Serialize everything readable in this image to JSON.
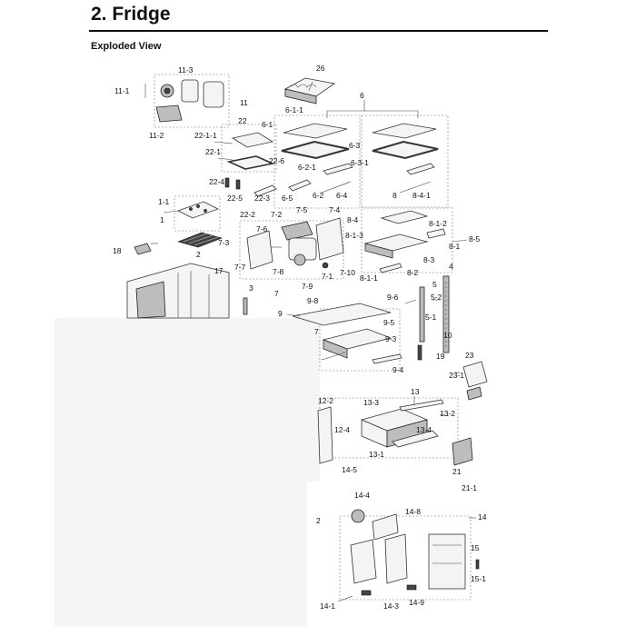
{
  "header": {
    "title": "2.  Fridge",
    "subtitle": "Exploded View"
  },
  "labels": {
    "l26": "26",
    "l11_3": "11-3",
    "l11_1": "11-1",
    "l11": "11",
    "l11_2": "11-2",
    "l6": "6",
    "l6_1_1": "6-1-1",
    "l6_1": "6-1",
    "l22": "22",
    "l22_1_1": "22-1-1",
    "l22_1": "22-1",
    "l6_3": "6-3",
    "l6_3_1": "6-3-1",
    "l6_2_1": "6-2-1",
    "l22_6": "22-6",
    "l22_4": "22-4",
    "l22_5": "22-5",
    "l22_3": "22-3",
    "l6_5": "6-5",
    "l6_2": "6-2",
    "l6_4": "6-4",
    "l8": "8",
    "l8_4_1": "8-4-1",
    "l1_1": "1-1",
    "l1": "1",
    "l22_2": "22-2",
    "l7_2": "7-2",
    "l7_5": "7-5",
    "l7_4": "7-4",
    "l8_4": "8-4",
    "l8_1_2": "8-1-2",
    "l7_6": "7-6",
    "l8_1_3": "8-1-3",
    "l8_5": "8-5",
    "l8_1": "8-1",
    "l7_3": "7-3",
    "l18": "18",
    "l2": "2",
    "l7_7": "7-7",
    "l8_3": "8-3",
    "l4": "4",
    "l17": "17",
    "l7_8": "7-8",
    "l7_1": "7-1",
    "l7_10": "7-10",
    "l8_2": "8-2",
    "l8_1_1": "8-1-1",
    "l3": "3",
    "l7": "7",
    "l7_9": "7-9",
    "l5": "5",
    "l5_2": "5-2",
    "l9_8": "9-8",
    "l9_6": "9-6",
    "l9": "9",
    "l5_1": "5-1",
    "l7b": "7",
    "l9_5": "9-5",
    "l10": "10",
    "l9_3": "9-3",
    "l19": "19",
    "l23": "23",
    "l9_4": "9-4",
    "l23_1": "23-1",
    "l13": "13",
    "l12_2": "12-2",
    "l13_3": "13-3",
    "l13_2": "13-2",
    "l13_4": "13-4",
    "l12_4": "12-4",
    "l13_1": "13-1",
    "l21": "21",
    "l14_5": "14-5",
    "l21_1": "21-1",
    "l14_4": "14-4",
    "l14_8": "14-8",
    "l2b": "2",
    "l14": "14",
    "l15": "15",
    "l15_1": "15-1",
    "l14_1": "14-1",
    "l14_3": "14-3",
    "l14_9": "14-9"
  }
}
